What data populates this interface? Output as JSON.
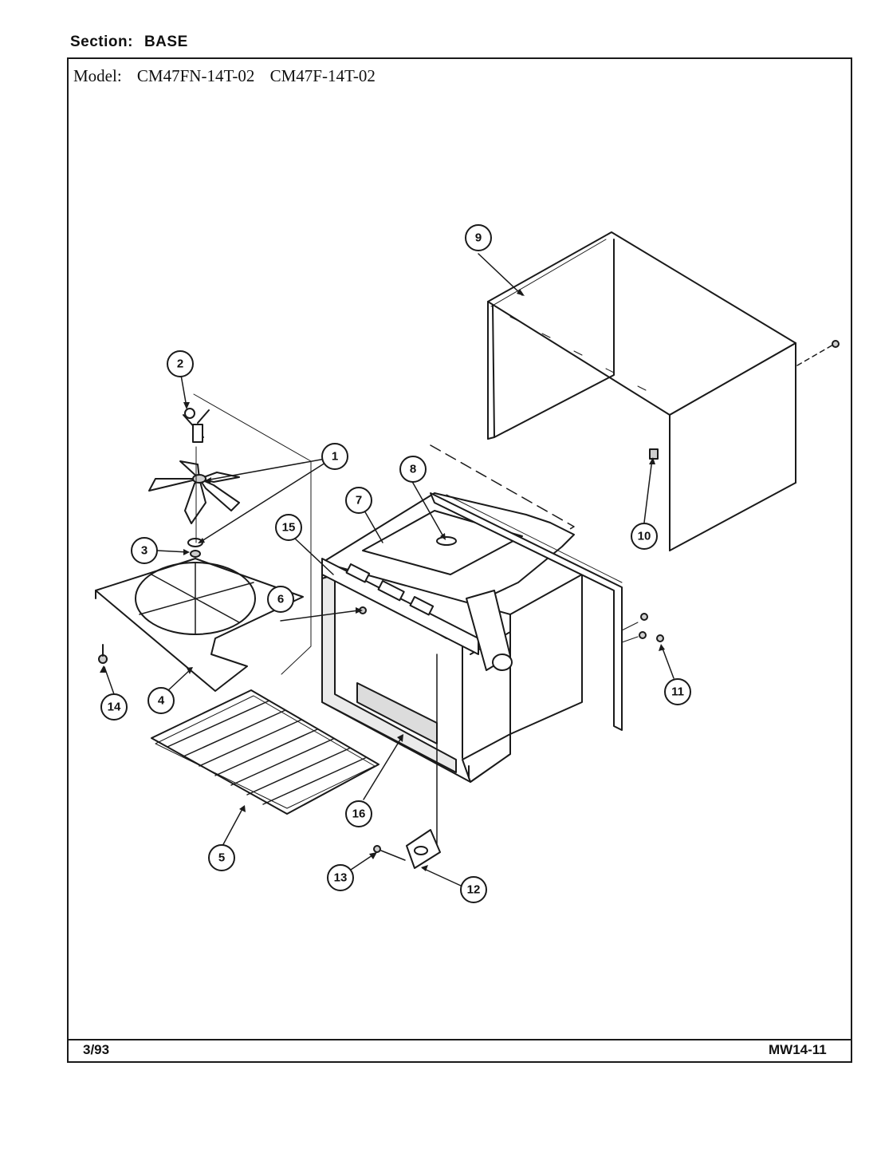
{
  "header": {
    "section_label": "Section:",
    "section_value": "BASE",
    "model_label": "Model:",
    "models": [
      "CM47FN-14T-02",
      "CM47F-14T-02"
    ]
  },
  "footer": {
    "date": "3/93",
    "page_code": "MW14-11"
  },
  "callouts": [
    "1",
    "2",
    "3",
    "4",
    "5",
    "6",
    "7",
    "8",
    "9",
    "10",
    "11",
    "12",
    "13",
    "14",
    "15",
    "16"
  ],
  "colors": {
    "ink": "#1a1a1a",
    "paper": "#ffffff",
    "shade": "#cfcfcf"
  }
}
